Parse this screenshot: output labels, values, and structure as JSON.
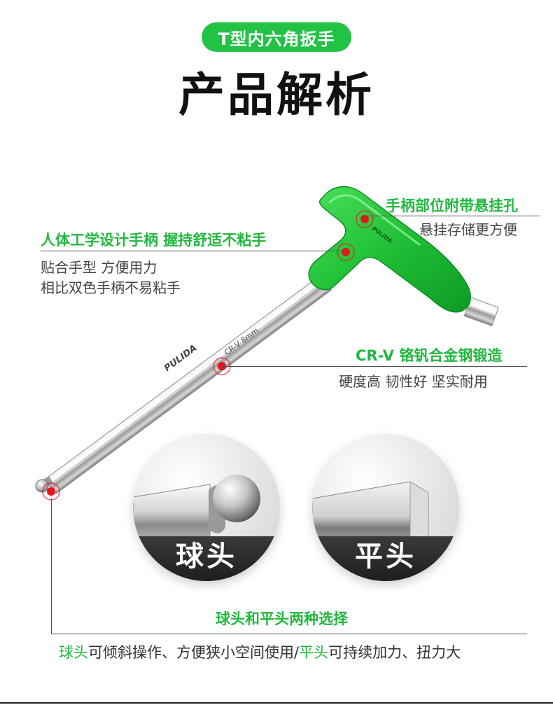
{
  "header": {
    "pill_label": "T型内六角扳手",
    "title": "产品解析"
  },
  "wrench": {
    "brand": "PULIDA",
    "spec": "CR-V  8mm",
    "handle_brand": "PULIDA"
  },
  "callouts": {
    "hanging_hole": {
      "title": "手柄部位附带悬挂孔",
      "desc": "悬挂存储更方便"
    },
    "ergonomic": {
      "title": "人体工学设计手柄 握持舒适不粘手",
      "desc_line1": "贴合手型 方便用力",
      "desc_line2": "相比双色手柄不易粘手"
    },
    "material": {
      "title": "CR-V 铬钒合金钢锻造",
      "desc": "硬度高 韧性好 坚实耐用"
    },
    "tips": {
      "title": "球头和平头两种选择",
      "note_ball": "球头",
      "note_mid": "可倾斜操作、方便狭小空间使用/",
      "note_flat": "平头",
      "note_end": "可持续加力、扭力大"
    }
  },
  "zoom_views": [
    {
      "label": "球头"
    },
    {
      "label": "平头"
    }
  ],
  "colors": {
    "accent": "#22c244",
    "marker": "#e8141b",
    "text": "#333333"
  }
}
